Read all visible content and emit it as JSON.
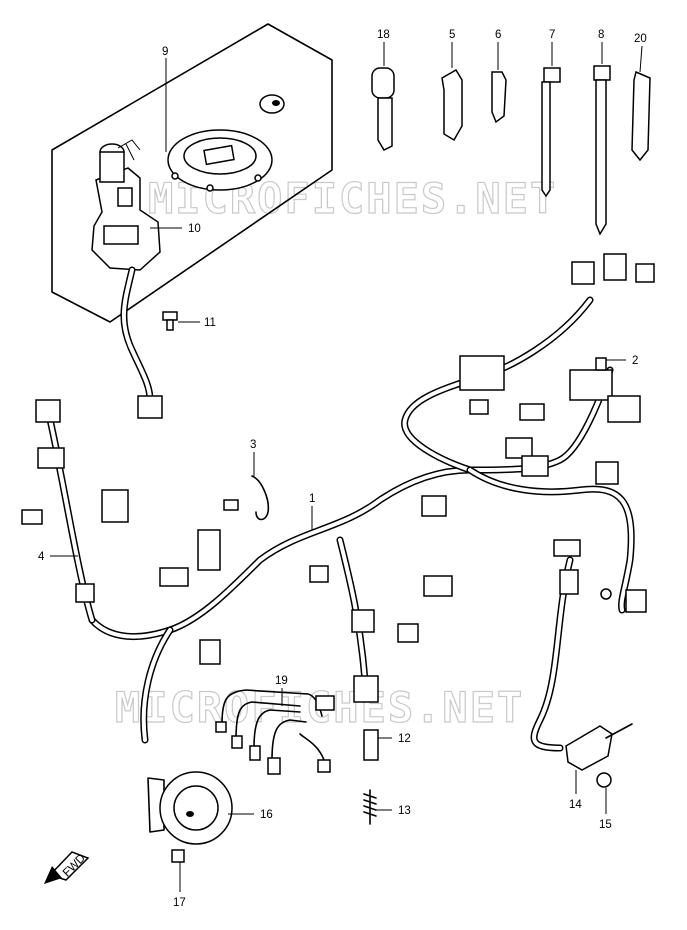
{
  "diagram": {
    "watermark_top": "MICROFICHES.NET",
    "watermark_bottom": "MICROFICHES.NET",
    "direction_label": "FWD",
    "callouts": {
      "c1": "1",
      "c2": "2",
      "c3": "3",
      "c4": "4",
      "c5": "5",
      "c6": "6",
      "c7": "7",
      "c8": "8",
      "c9": "9",
      "c10": "10",
      "c11": "11",
      "c12": "12",
      "c13": "13",
      "c14": "14",
      "c15": "15",
      "c16": "16",
      "c17": "17",
      "c18": "18",
      "c19": "19",
      "c20": "20"
    }
  }
}
